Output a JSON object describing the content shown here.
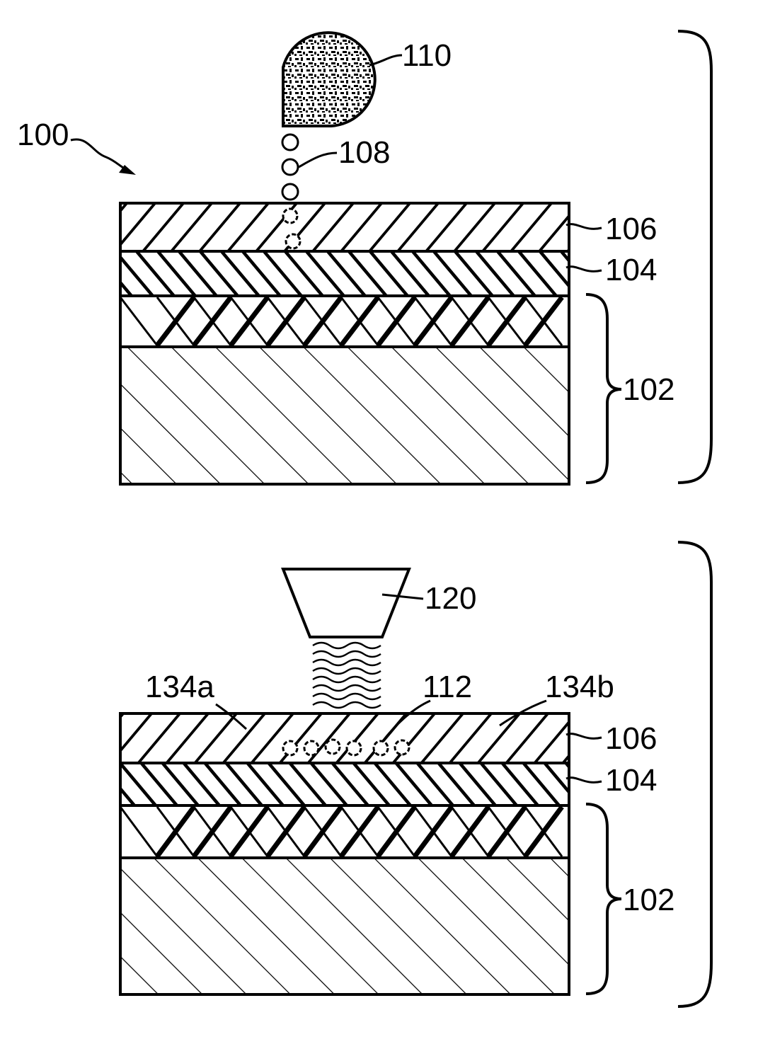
{
  "figure": {
    "ink_color": "#000000",
    "background_color": "#ffffff",
    "top_panel": {
      "assembly_label": "100",
      "source_label": "110",
      "droplets_label": "108",
      "layer_top_label": "106",
      "layer_middle_label": "104",
      "substrate_label": "102"
    },
    "bottom_panel": {
      "emitter_label": "120",
      "left_region_label": "134a",
      "particles_label": "112",
      "right_region_label": "134b",
      "layer_top_label": "106",
      "layer_middle_label": "104",
      "substrate_label": "102"
    }
  }
}
